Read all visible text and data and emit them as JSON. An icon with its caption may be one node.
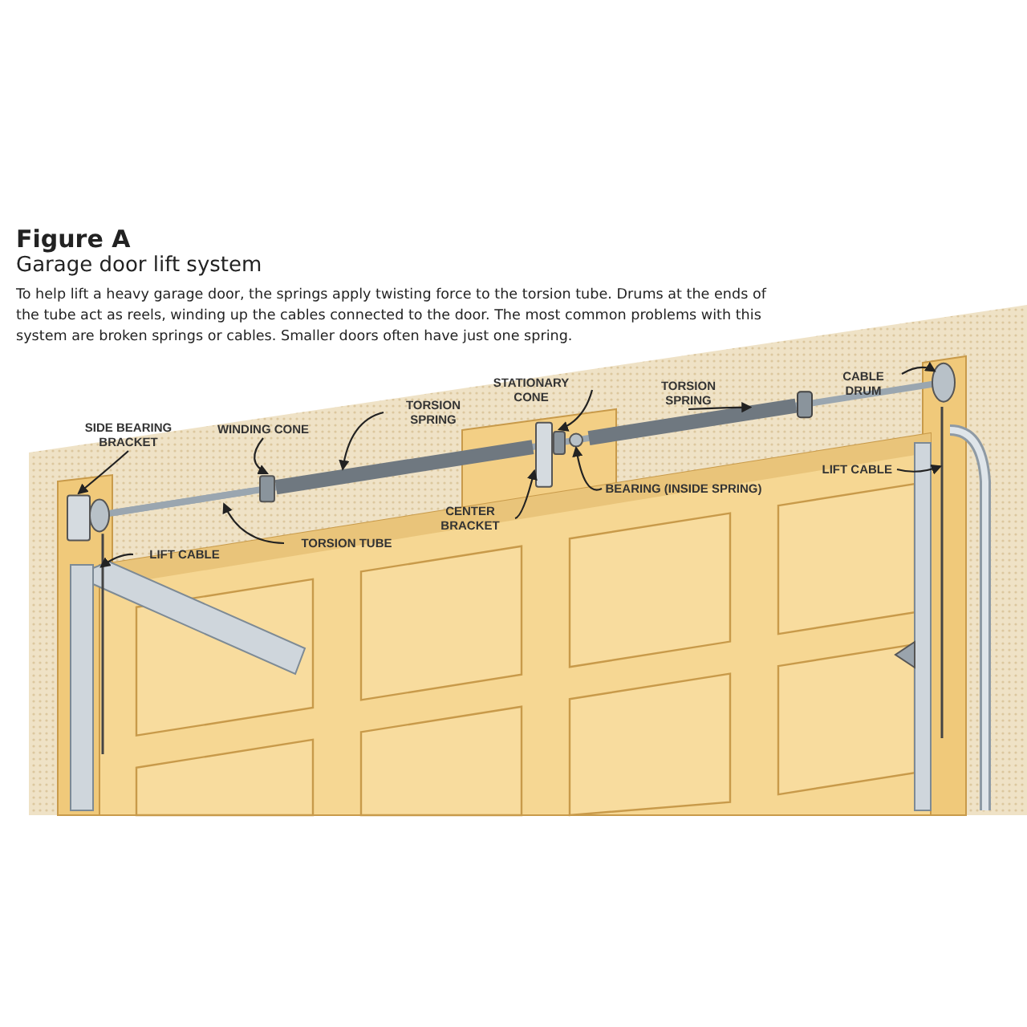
{
  "diagram": {
    "title": "Figure A",
    "nodes": [
      {
        "text": [
          "STATIONARY CONE"
        ]
      },
      {
        "text": [
          "CABLE DRUM"
        ]
      },
      {
        "text": [
          "TORSION SPRING"
        ]
      },
      {
        "text": [
          "SIDE BEARING BRACKET"
        ]
      },
      {
        "text": [
          "WINDING CONE"
        ]
      },
      {
        "text": [
          "TORSION SPRING"
        ]
      },
      {
        "text": [
          "LIFT CABLE"
        ]
      },
      {
        "text": [
          "CENTER BRACKET"
        ]
      },
      {
        "text": [
          "BEARING (INSIDE SPRING)"
        ]
      },
      {
        "text": [
          "TORSION TUBE"
        ]
      },
      {
        "text": [
          "LIFT CABLE"
        ]
      },
      {
        "text": [],
        "shape": "box"
      },
      {
        "text": [],
        "shape": "line"
      },
      {
        "text": [],
        "shape": "bar"
      },
      {
        "text": [],
        "shape": "box"
      },
      {
        "text": [],
        "shape": "bar"
      },
      {
        "text": [],
        "shape": "box"
      },
      {
        "text": [],
        "shape": "box"
      },
      {
        "text": [],
        "shape": "circle"
      },
      {
        "text": [],
        "shape": "bar"
      },
      {
        "text": [],
        "shape": "circle"
      },
      {
        "text": [],
        "shape": "line"
      }
    ],
    "edges": [
      {
        "from": 0,
        "to": 17,
        "arrow": "to"
      },
      {
        "from": 1,
        "to": 20,
        "arrow": "to"
      },
      {
        "from": 2,
        "to": 19,
        "arrow": "to"
      },
      {
        "from": 3,
        "to": 11,
        "arrow": "to"
      },
      {
        "from": 4,
        "to": 14,
        "arrow": "to"
      },
      {
        "from": 5,
        "to": 15,
        "arrow": "to"
      },
      {
        "from": 6,
        "to": 21,
        "arrow": "to"
      },
      {
        "from": 7,
        "to": 16,
        "arrow": "to"
      },
      {
        "from": 8,
        "to": 18,
        "arrow": "to"
      },
      {
        "from": 9,
        "to": 13,
        "arrow": "to"
      },
      {
        "from": 10,
        "to": 12,
        "arrow": "to"
      }
    ],
    "labels": [
      "Garage door lift system",
      "To help lift a heavy garage door, the springs apply twisting force to the torsion tube. Drums at the ends of the tube act as reels, winding up the cables connected to the door. The most common problems with this system are broken springs or cables. Smaller doors often have just one spring."
    ]
  }
}
